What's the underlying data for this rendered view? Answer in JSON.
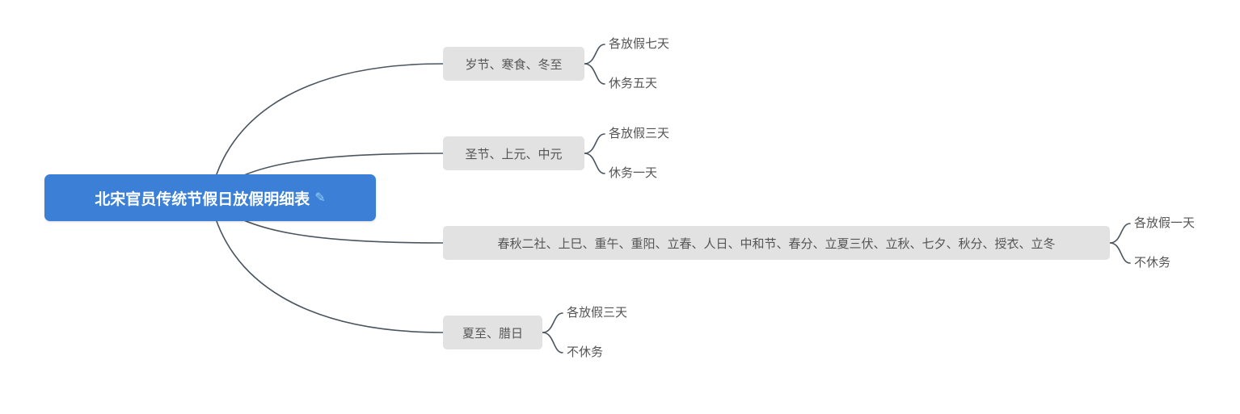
{
  "diagram": {
    "type": "mindmap",
    "root": {
      "label": "北宋官员传统节假日放假明细表",
      "edit_icon": "✎"
    },
    "branches": [
      {
        "label": "岁节、寒食、冬至",
        "children": [
          "各放假七天",
          "休务五天"
        ]
      },
      {
        "label": "圣节、上元、中元",
        "children": [
          "各放假三天",
          "休务一天"
        ]
      },
      {
        "label": "春秋二社、上巳、重午、重阳、立春、人日、中和节、春分、立夏三伏、立秋、七夕、秋分、授衣、立冬",
        "children": [
          "各放假一天",
          "不休务"
        ]
      },
      {
        "label": "夏至、腊日",
        "children": [
          "各放假三天",
          "不休务"
        ]
      }
    ]
  },
  "colors": {
    "root_bg": "#3b7fd6",
    "root_text": "#ffffff",
    "branch_bg": "#e2e2e2",
    "branch_text": "#555555",
    "leaf_text": "#555555",
    "line": "#4a5560",
    "icon": "#9ad1f5"
  }
}
